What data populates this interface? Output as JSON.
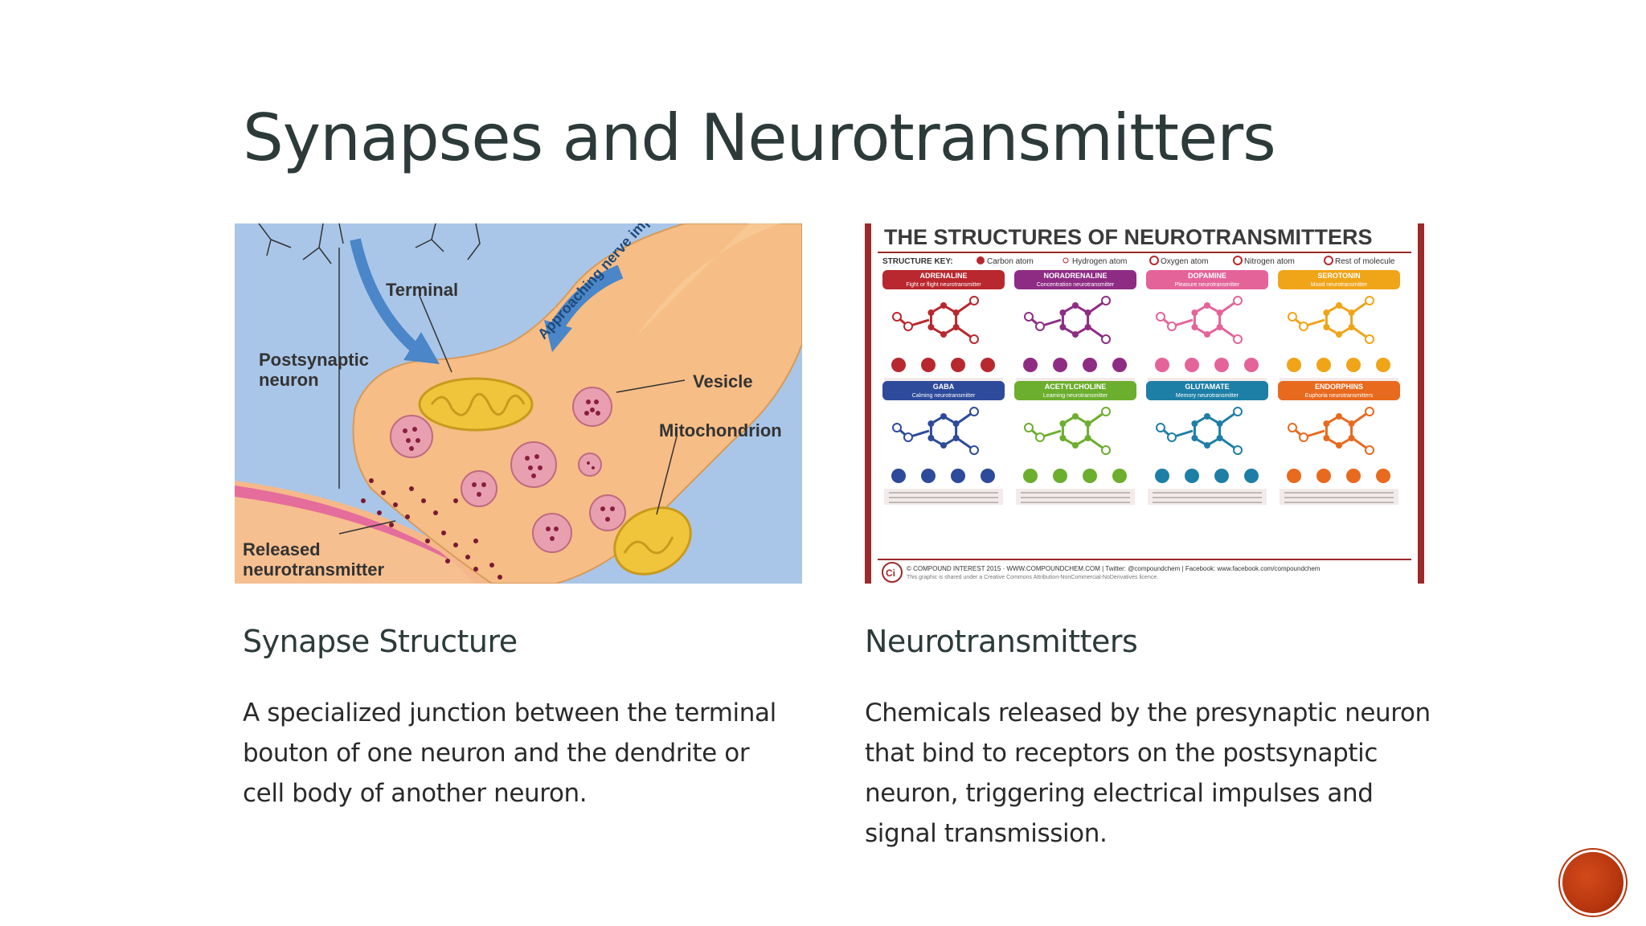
{
  "slide": {
    "title": "Synapses and Neurotransmitters",
    "left": {
      "heading": "Synapse Structure",
      "body": "A specialized junction between the terminal bouton of one neuron and the dendrite or cell body of another neuron.",
      "figure_labels": {
        "terminal": "Terminal",
        "approaching": "Approaching nerve imp",
        "postsynaptic_1": "Postsynaptic",
        "postsynaptic_2": "neuron",
        "vesicle": "Vesicle",
        "mitochondrion": "Mitochondrion",
        "released_1": "Released",
        "released_2": "neurotransmitter"
      }
    },
    "right": {
      "heading": "Neurotransmitters",
      "body": "Chemicals released by the presynaptic neuron that bind to receptors on the postsynaptic neuron, triggering electrical impulses and signal transmission.",
      "infographic": {
        "title": "THE STRUCTURES OF NEUROTRANSMITTERS",
        "key_label": "STRUCTURE KEY:",
        "key_items": [
          "Carbon atom",
          "Hydrogen atom",
          "Oxygen atom",
          "Nitrogen atom",
          "Rest of molecule"
        ],
        "row1": [
          {
            "name": "ADRENALINE",
            "sub": "Fight or flight neurotransmitter",
            "color": "#b8282e"
          },
          {
            "name": "NORADRENALINE",
            "sub": "Concentration neurotransmitter",
            "color": "#8e2c84"
          },
          {
            "name": "DOPAMINE",
            "sub": "Pleasure neurotransmitter",
            "color": "#e4649a"
          },
          {
            "name": "SEROTONIN",
            "sub": "Mood neurotransmitter",
            "color": "#f0a418"
          }
        ],
        "row2": [
          {
            "name": "GABA",
            "sub": "Calming neurotransmitter",
            "color": "#2e4a9a"
          },
          {
            "name": "ACETYLCHOLINE",
            "sub": "Learning neurotransmitter",
            "color": "#6cae2e"
          },
          {
            "name": "GLUTAMATE",
            "sub": "Memory neurotransmitter",
            "color": "#1e7fa6"
          },
          {
            "name": "ENDORPHINS",
            "sub": "Euphoria neurotransmitters",
            "color": "#e86a1e"
          }
        ],
        "footer": "© COMPOUND INTEREST 2015 · WWW.COMPOUNDCHEM.COM | Twitter: @compoundchem | Facebook: www.facebook.com/compoundchem",
        "footer2": "This graphic is shared under a Creative Commons Attribution-NonCommercial-NoDerivatives licence.",
        "badge": "Ci"
      }
    }
  },
  "colors": {
    "title": "#2c3a3a",
    "nav_button": "#b8360e"
  }
}
